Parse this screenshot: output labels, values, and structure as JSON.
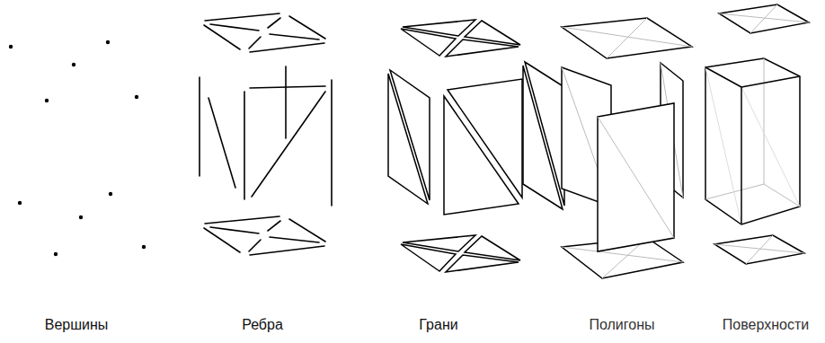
{
  "diagram": {
    "labels": [
      "Вершины",
      "Ребра",
      "Грани",
      "Полигоны",
      "Поверхности"
    ]
  }
}
